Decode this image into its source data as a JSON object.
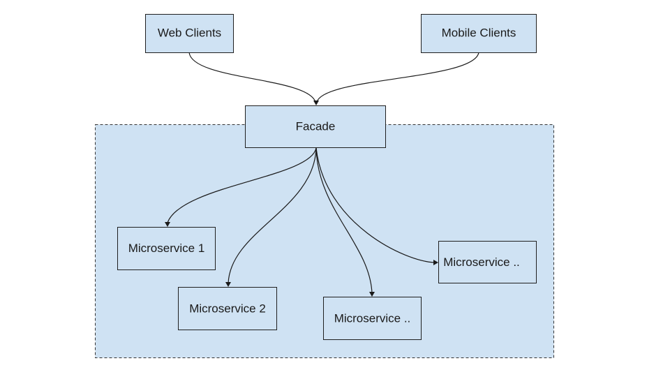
{
  "colors": {
    "node_fill": "#cfe2f3",
    "boundary_fill": "#cfe2f3",
    "stroke": "#1f1f1f"
  },
  "nodes": {
    "web_clients": "Web Clients",
    "mobile_clients": "Mobile Clients",
    "facade": "Facade",
    "microservice_1": "Microservice 1",
    "microservice_2": "Microservice 2",
    "microservice_3": "Microservice ..",
    "microservice_4": "Microservice .."
  },
  "edges": [
    {
      "from": "Web Clients",
      "to": "Facade"
    },
    {
      "from": "Mobile Clients",
      "to": "Facade"
    },
    {
      "from": "Facade",
      "to": "Microservice 1"
    },
    {
      "from": "Facade",
      "to": "Microservice 2"
    },
    {
      "from": "Facade",
      "to": "Microservice .."
    },
    {
      "from": "Facade",
      "to": "Microservice .."
    }
  ]
}
